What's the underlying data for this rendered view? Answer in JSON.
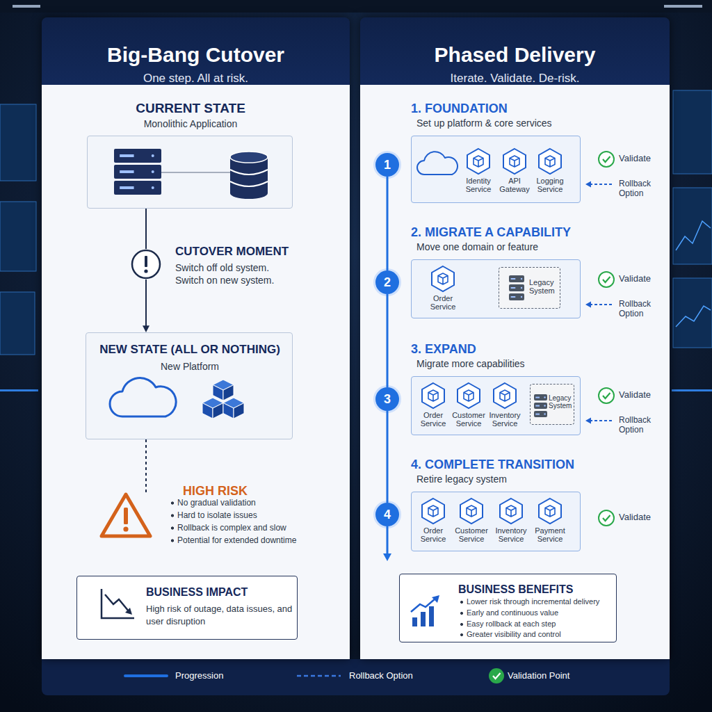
{
  "diagram": {
    "nodes": [
      {
        "text": [
          "Big-Bang Cutover",
          "One step. All at risk."
        ]
      },
      {
        "text": [
          "CURRENT STATE",
          "Monolithic Application"
        ],
        "in": 0
      },
      {
        "text": [
          "CUTOVER MOMENT",
          "Switch off old system. Switch on new system."
        ],
        "in": 0
      },
      {
        "text": [
          "NEW STATE (ALL OR NOTHING)",
          "New Platform"
        ],
        "in": 0
      },
      {
        "text": [
          "HIGH RISK",
          "No gradual validation",
          "Hard to isolate issues",
          "Rollback is complex and slow",
          "Potential for extended downtime"
        ],
        "in": 0
      },
      {
        "text": [
          "BUSINESS IMPACT",
          "High risk of outage, data issues, and user disruption"
        ],
        "in": 0
      },
      {
        "text": [
          "Phased Delivery",
          "Iterate. Validate. De-risk."
        ]
      },
      {
        "text": [
          "1"
        ],
        "in": 6
      },
      {
        "text": [
          "1. FOUNDATION",
          "Set up platform & core services"
        ],
        "in": 6
      },
      {
        "text": [
          "Identity Service"
        ],
        "in": 8
      },
      {
        "text": [
          "API Gateway"
        ],
        "in": 8
      },
      {
        "text": [
          "Logging Service"
        ],
        "in": 8
      },
      {
        "text": [
          "2"
        ],
        "in": 6
      },
      {
        "text": [
          "2. MIGRATE A CAPABILITY",
          "Move one domain or feature"
        ],
        "in": 6
      },
      {
        "text": [
          "Order Service"
        ],
        "in": 13
      },
      {
        "text": [
          "Legacy System"
        ],
        "in": 13
      },
      {
        "text": [
          "3"
        ],
        "in": 6
      },
      {
        "text": [
          "3. EXPAND",
          "Migrate more capabilities"
        ],
        "in": 6
      },
      {
        "text": [
          "Order Service"
        ],
        "in": 17
      },
      {
        "text": [
          "Customer Service"
        ],
        "in": 17
      },
      {
        "text": [
          "Inventory Service"
        ],
        "in": 17
      },
      {
        "text": [
          "Legacy System"
        ],
        "in": 17
      },
      {
        "text": [
          "4"
        ],
        "in": 6
      },
      {
        "text": [
          "4. COMPLETE TRANSITION",
          "Retire legacy system"
        ],
        "in": 6
      },
      {
        "text": [
          "Order Service"
        ],
        "in": 23
      },
      {
        "text": [
          "Customer Service"
        ],
        "in": 23
      },
      {
        "text": [
          "Inventory Service"
        ],
        "in": 23
      },
      {
        "text": [
          "Payment Service"
        ],
        "in": 23
      },
      {
        "text": [
          "BUSINESS BENEFITS",
          "Lower risk through incremental delivery",
          "Early and continuous value",
          "Easy rollback at each step",
          "Greater visibility and control"
        ],
        "in": 6
      }
    ],
    "edges": [
      {
        "from": 1,
        "to": 2,
        "arrow": "none"
      },
      {
        "from": 2,
        "to": 3,
        "arrow": "to"
      },
      {
        "from": 3,
        "to": 4,
        "arrow": "none"
      },
      {
        "from": 7,
        "to": 12,
        "arrow": "none"
      },
      {
        "from": 12,
        "to": 16,
        "arrow": "none"
      },
      {
        "from": 16,
        "to": 22,
        "arrow": "none"
      }
    ],
    "labels": [
      "Validate",
      "Rollback Option",
      "Validate",
      "Rollback Option",
      "Validate",
      "Rollback Option",
      "Validate"
    ],
    "legend": [
      {
        "text": "Progression"
      },
      {
        "text": "Rollback Option"
      },
      {
        "text": "Validation Point"
      }
    ]
  }
}
